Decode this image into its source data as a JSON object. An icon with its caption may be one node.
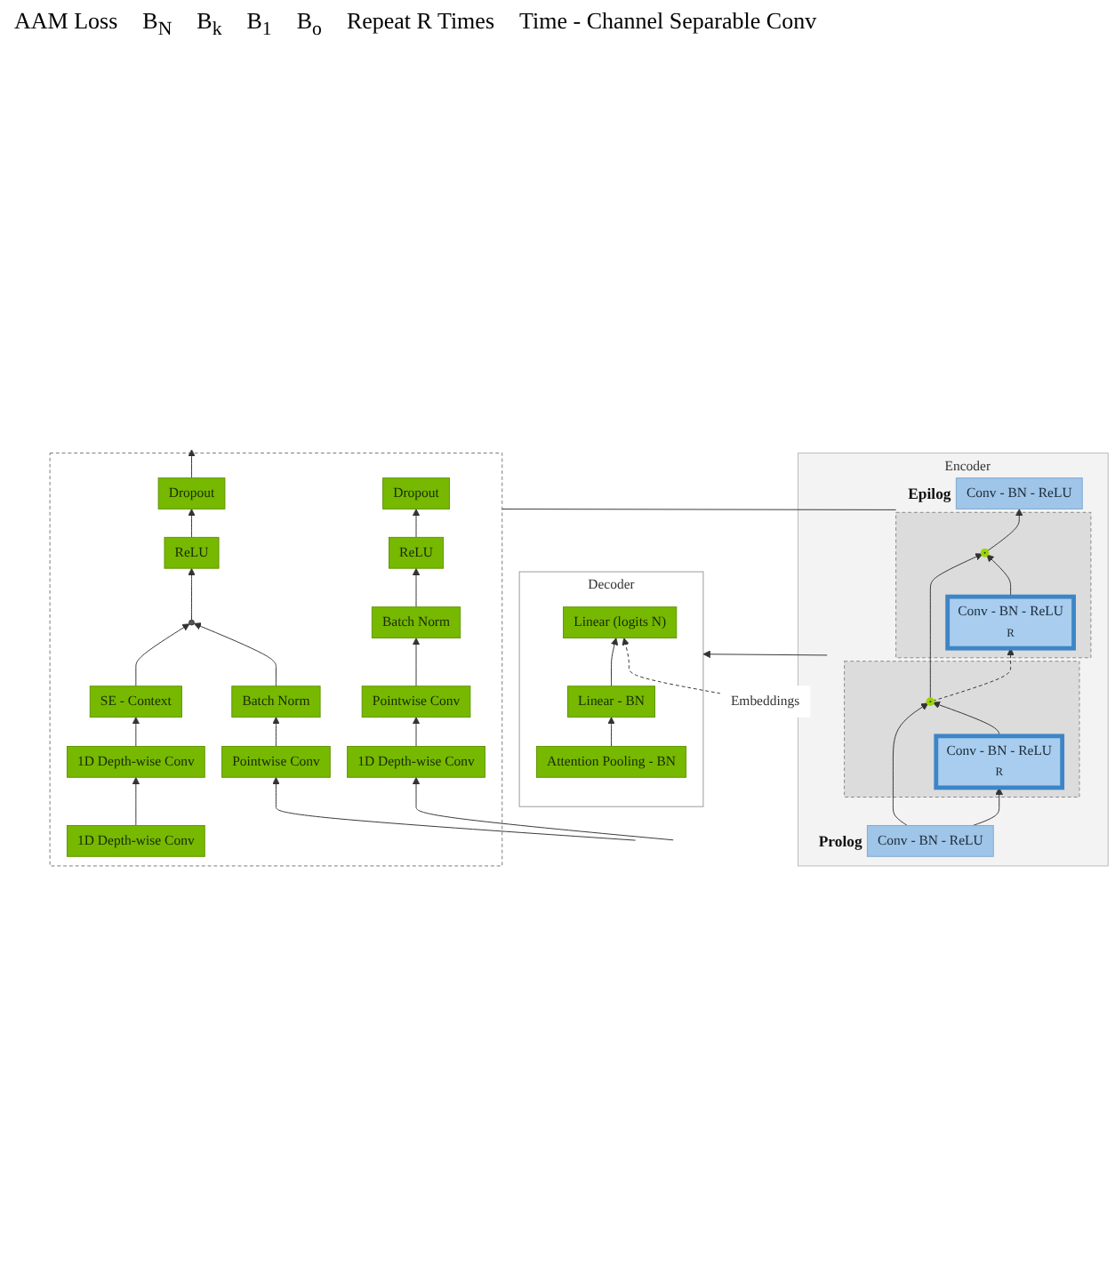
{
  "diagram": {
    "nodes": [
      {
        "text": [
          "Decoder"
        ]
      },
      {
        "text": [
          "Linear (logits N)"
        ],
        "in": 0
      },
      {
        "text": [
          "Linear - BN"
        ],
        "in": 0
      },
      {
        "text": [
          "Attention Pooling - BN"
        ],
        "in": 0
      },
      {
        "text": [
          "Embeddings"
        ]
      },
      {
        "text": [
          "Encoder"
        ]
      },
      {
        "text": [
          "Conv - BN - ReLU"
        ],
        "beside": [
          "Epilog"
        ],
        "in": 5
      },
      {
        "text": [],
        "shape": "box",
        "in": 5
      },
      {
        "text": [],
        "shape": "circle",
        "in": 7
      },
      {
        "text": [
          "Conv - BN - ReLU",
          "R"
        ],
        "in": 7
      },
      {
        "text": [],
        "shape": "box",
        "in": 5
      },
      {
        "text": [],
        "shape": "circle",
        "in": 10
      },
      {
        "text": [
          "Conv - BN - ReLU",
          "R"
        ],
        "in": 10
      },
      {
        "text": [
          "Conv - BN - ReLU"
        ],
        "beside": [
          "Prolog"
        ],
        "in": 5
      },
      {
        "text": [],
        "shape": "box"
      },
      {
        "text": [
          "Dropout"
        ],
        "in": 14
      },
      {
        "text": [
          "ReLU"
        ],
        "in": 14
      },
      {
        "text": [],
        "shape": "circle",
        "in": 14
      },
      {
        "text": [
          "SE - Context"
        ],
        "in": 14
      },
      {
        "text": [
          "1D Depth-wise Conv"
        ],
        "in": 14
      },
      {
        "text": [
          "1D Depth-wise Conv"
        ],
        "in": 14
      },
      {
        "text": [
          "Dropout"
        ],
        "in": 14
      },
      {
        "text": [
          "ReLU"
        ],
        "in": 14
      },
      {
        "text": [
          "Batch Norm"
        ],
        "in": 14
      },
      {
        "text": [
          "Pointwise Conv"
        ],
        "in": 14
      },
      {
        "text": [
          "1D Depth-wise Conv"
        ],
        "in": 14
      },
      {
        "text": [
          "Batch Norm"
        ],
        "in": 14
      },
      {
        "text": [
          "Pointwise Conv"
        ],
        "in": 14
      }
    ],
    "edges": [
      {
        "from": 3,
        "to": 2,
        "arrow": "to"
      },
      {
        "from": 2,
        "to": 1,
        "arrow": "to"
      },
      {
        "from": 4,
        "to": 1,
        "arrow": "to",
        "style": "dashed"
      },
      {
        "from": 5,
        "to": 0,
        "arrow": "to"
      },
      {
        "from": 13,
        "to": 12,
        "arrow": "to"
      },
      {
        "from": 13,
        "to": 11,
        "arrow": "to"
      },
      {
        "from": 12,
        "to": 11,
        "arrow": "to"
      },
      {
        "from": 11,
        "to": 9,
        "arrow": "to",
        "style": "dashed"
      },
      {
        "from": 11,
        "to": 8,
        "arrow": "to"
      },
      {
        "from": 9,
        "to": 8,
        "arrow": "to"
      },
      {
        "from": 8,
        "to": 6,
        "arrow": "to"
      },
      {
        "from": 7,
        "to": 14,
        "arrow": "none"
      },
      {
        "from": null,
        "to": 25,
        "arrow": "to"
      },
      {
        "from": null,
        "to": 27,
        "arrow": "to"
      },
      {
        "from": 25,
        "to": 24,
        "arrow": "to"
      },
      {
        "from": 24,
        "to": 23,
        "arrow": "to"
      },
      {
        "from": 23,
        "to": 22,
        "arrow": "to"
      },
      {
        "from": 22,
        "to": 21,
        "arrow": "to"
      },
      {
        "from": 20,
        "to": 19,
        "arrow": "to"
      },
      {
        "from": 19,
        "to": 18,
        "arrow": "to"
      },
      {
        "from": 18,
        "to": 17,
        "arrow": "to"
      },
      {
        "from": 27,
        "to": 26,
        "arrow": "to"
      },
      {
        "from": 26,
        "to": 17,
        "arrow": "to"
      },
      {
        "from": 17,
        "to": 16,
        "arrow": "to"
      },
      {
        "from": 16,
        "to": 15,
        "arrow": "to"
      },
      {
        "from": 15,
        "to": null,
        "arrow": "to"
      }
    ],
    "labels": [
      "AAM Loss",
      "B$_{N}$",
      "B$_{k}$",
      "B$_{1}$",
      "B$_{o}$",
      "Repeat R Times",
      "Time - Channel Separable Conv"
    ]
  }
}
